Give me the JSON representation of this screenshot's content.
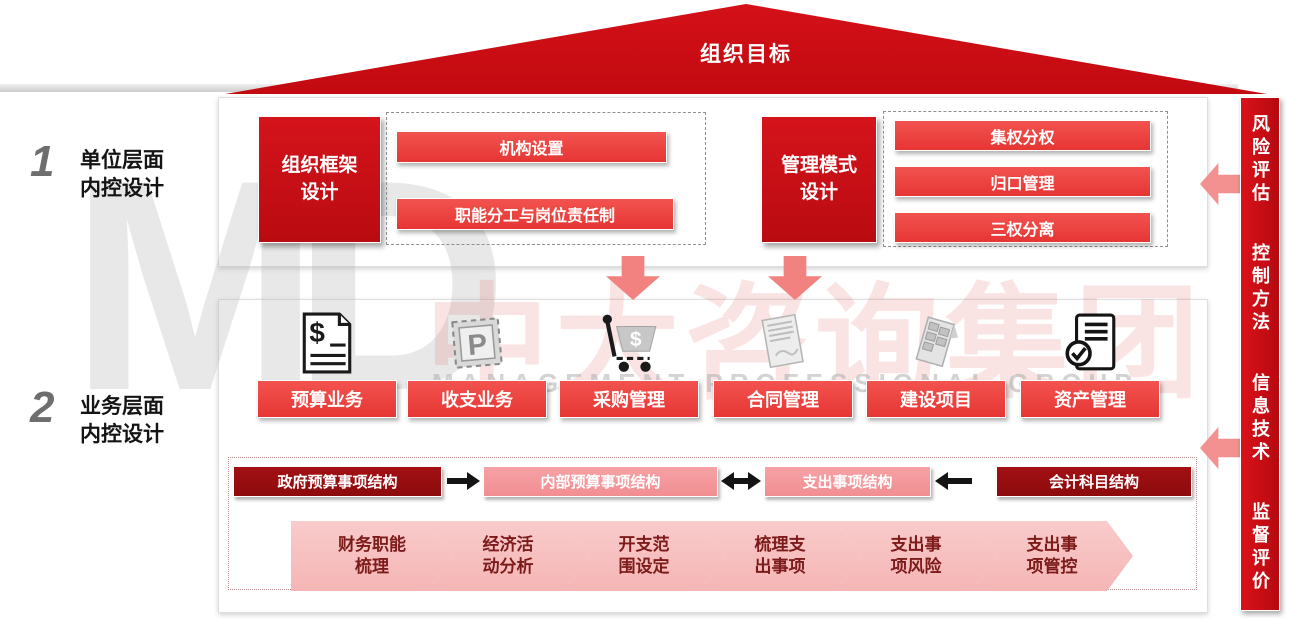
{
  "page": {
    "goal_banner": "组织目标",
    "watermark": {
      "logo": "MD",
      "brand_cn": "中大咨询集团",
      "brand_en": "MANAGEMENT PROFESSIONAL GROUP"
    }
  },
  "levels": [
    {
      "num": "1",
      "line1": "单位层面",
      "line2": "内控设计"
    },
    {
      "num": "2",
      "line1": "业务层面",
      "line2": "内控设计"
    }
  ],
  "unit_level": {
    "groups": [
      {
        "title_line1": "组织框架",
        "title_line2": "设计",
        "items": [
          "机构设置",
          "职能分工与岗位责任制"
        ]
      },
      {
        "title_line1": "管理模式",
        "title_line2": "设计",
        "items": [
          "集权分权",
          "归口管理",
          "三权分离"
        ]
      }
    ]
  },
  "sidebar": {
    "items": [
      "风险评估",
      "控制方法",
      "信息技术",
      "监督评价"
    ]
  },
  "business_level": {
    "modules": [
      {
        "icon": "budget-document-icon",
        "label": "预算业务"
      },
      {
        "icon": "stamp-icon",
        "label": "收支业务"
      },
      {
        "icon": "shopping-cart-icon",
        "label": "采购管理"
      },
      {
        "icon": "contract-icon",
        "label": "合同管理"
      },
      {
        "icon": "blueprint-icon",
        "label": "建设项目"
      },
      {
        "icon": "asset-checklist-icon",
        "label": "资产管理"
      }
    ],
    "structure_flow": [
      "政府预算事项结构",
      "内部预算事项结构",
      "支出事项结构",
      "会计科目结构"
    ],
    "process_steps": [
      {
        "line1": "财务职能",
        "line2": "梳理"
      },
      {
        "line1": "经济活",
        "line2": "动分析"
      },
      {
        "line1": "开支范",
        "line2": "围设定"
      },
      {
        "line1": "梳理支",
        "line2": "出事项"
      },
      {
        "line1": "支出事",
        "line2": "项风险"
      },
      {
        "line1": "支出事",
        "line2": "项管控"
      }
    ]
  },
  "colors": {
    "primary_red": "#c90d13",
    "bar_red": "#ee4644",
    "dark_red": "#9b0e10",
    "pink": "#f59a9d",
    "chevron_pink": "#f8c3c3",
    "salmon_arrow": "#f2827f"
  }
}
